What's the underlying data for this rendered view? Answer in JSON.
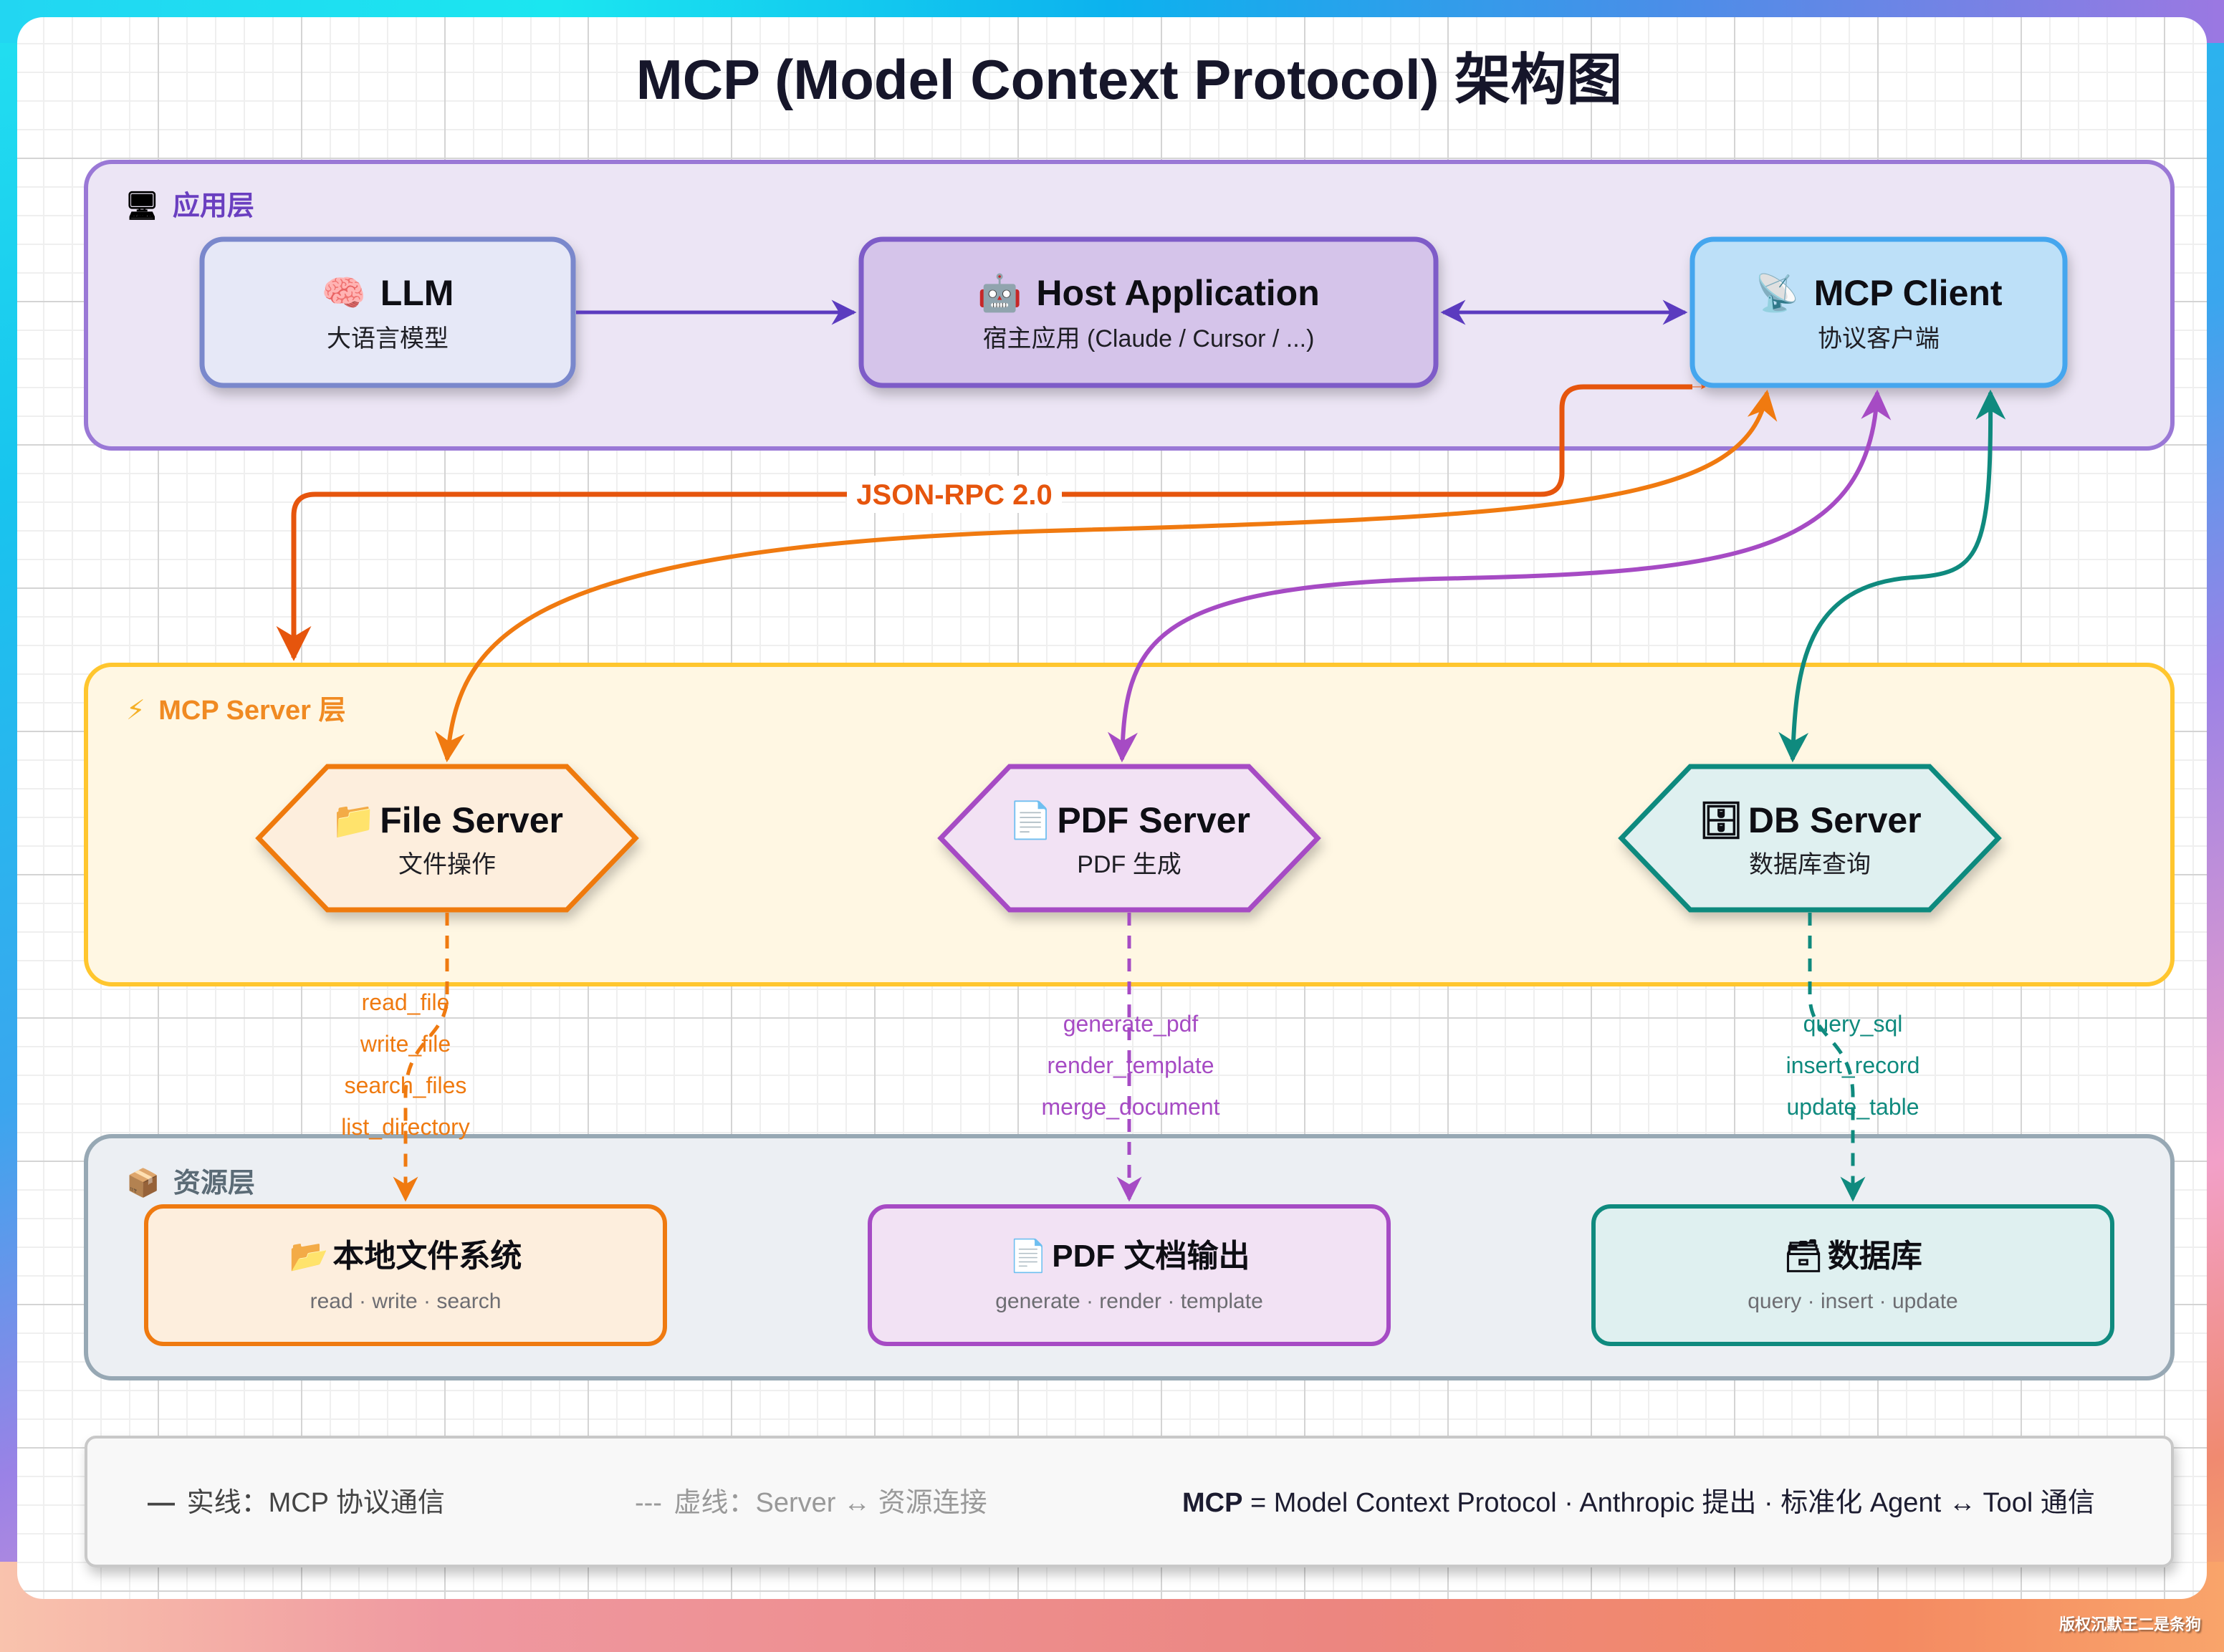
{
  "title": "MCP (Model Context Protocol) 架构图",
  "layers": {
    "app": {
      "icon": "desktop-computer-icon",
      "glyph": "🖥",
      "label": "应用层",
      "color": "#6a3fc0"
    },
    "server": {
      "icon": "lightning-icon",
      "glyph": "⚡",
      "label": "MCP Server 层",
      "color": "#f08a22"
    },
    "resource": {
      "icon": "package-icon",
      "glyph": "📦",
      "label": "资源层",
      "color": "#5b6b76"
    }
  },
  "app_nodes": {
    "llm": {
      "icon": "brain-icon",
      "glyph": "🧠",
      "title": "LLM",
      "subtitle": "大语言模型"
    },
    "host": {
      "icon": "robot-icon",
      "glyph": "🤖",
      "title": "Host Application",
      "subtitle": "宿主应用 (Claude / Cursor / ...)"
    },
    "client": {
      "icon": "satellite-antenna-icon",
      "glyph": "📡",
      "title": "MCP Client",
      "subtitle": "协议客户端"
    }
  },
  "rpc_label": "JSON-RPC 2.0",
  "servers": [
    {
      "key": "file",
      "icon": "folder-icon",
      "glyph": "📁",
      "title": "File Server",
      "subtitle": "文件操作",
      "color": "#ef7a10",
      "fill": "#fdeedd",
      "tools": [
        "read_file",
        "write_file",
        "search_files",
        "list_directory"
      ]
    },
    {
      "key": "pdf",
      "icon": "document-icon",
      "glyph": "📄",
      "title": "PDF Server",
      "subtitle": "PDF 生成",
      "color": "#a64bc4",
      "fill": "#f2e2f4",
      "tools": [
        "generate_pdf",
        "render_template",
        "merge_document"
      ]
    },
    {
      "key": "db",
      "icon": "file-cabinet-icon",
      "glyph": "🗄",
      "title": "DB Server",
      "subtitle": "数据库查询",
      "color": "#0f8a7e",
      "fill": "#dff0f0",
      "tools": [
        "query_sql",
        "insert_record",
        "update_table"
      ]
    }
  ],
  "resources": [
    {
      "key": "fs",
      "icon": "open-folder-icon",
      "glyph": "📂",
      "title": "本地文件系统",
      "subtitle": "read · write · search",
      "color": "#ef7a10",
      "fill": "#fdeedd"
    },
    {
      "key": "pdfout",
      "icon": "page-icon",
      "glyph": "📄",
      "title": "PDF 文档输出",
      "subtitle": "generate · render · template",
      "color": "#a64bc4",
      "fill": "#f2e2f4"
    },
    {
      "key": "db",
      "icon": "card-file-box-icon",
      "glyph": "🗃",
      "title": "数据库",
      "subtitle": "query · insert · update",
      "color": "#0f8a7e",
      "fill": "#dff0f0"
    }
  ],
  "legend": {
    "solid_symbol": "—",
    "solid_text": "实线：MCP 协议通信",
    "dashed_symbol": "---",
    "dashed_text": "虚线：Server ↔ 资源连接",
    "note_bold": "MCP",
    "note_text": " = Model Context Protocol · Anthropic 提出 · 标准化 Agent ↔ Tool 通信"
  },
  "watermark": "版权沉默王二是条狗"
}
